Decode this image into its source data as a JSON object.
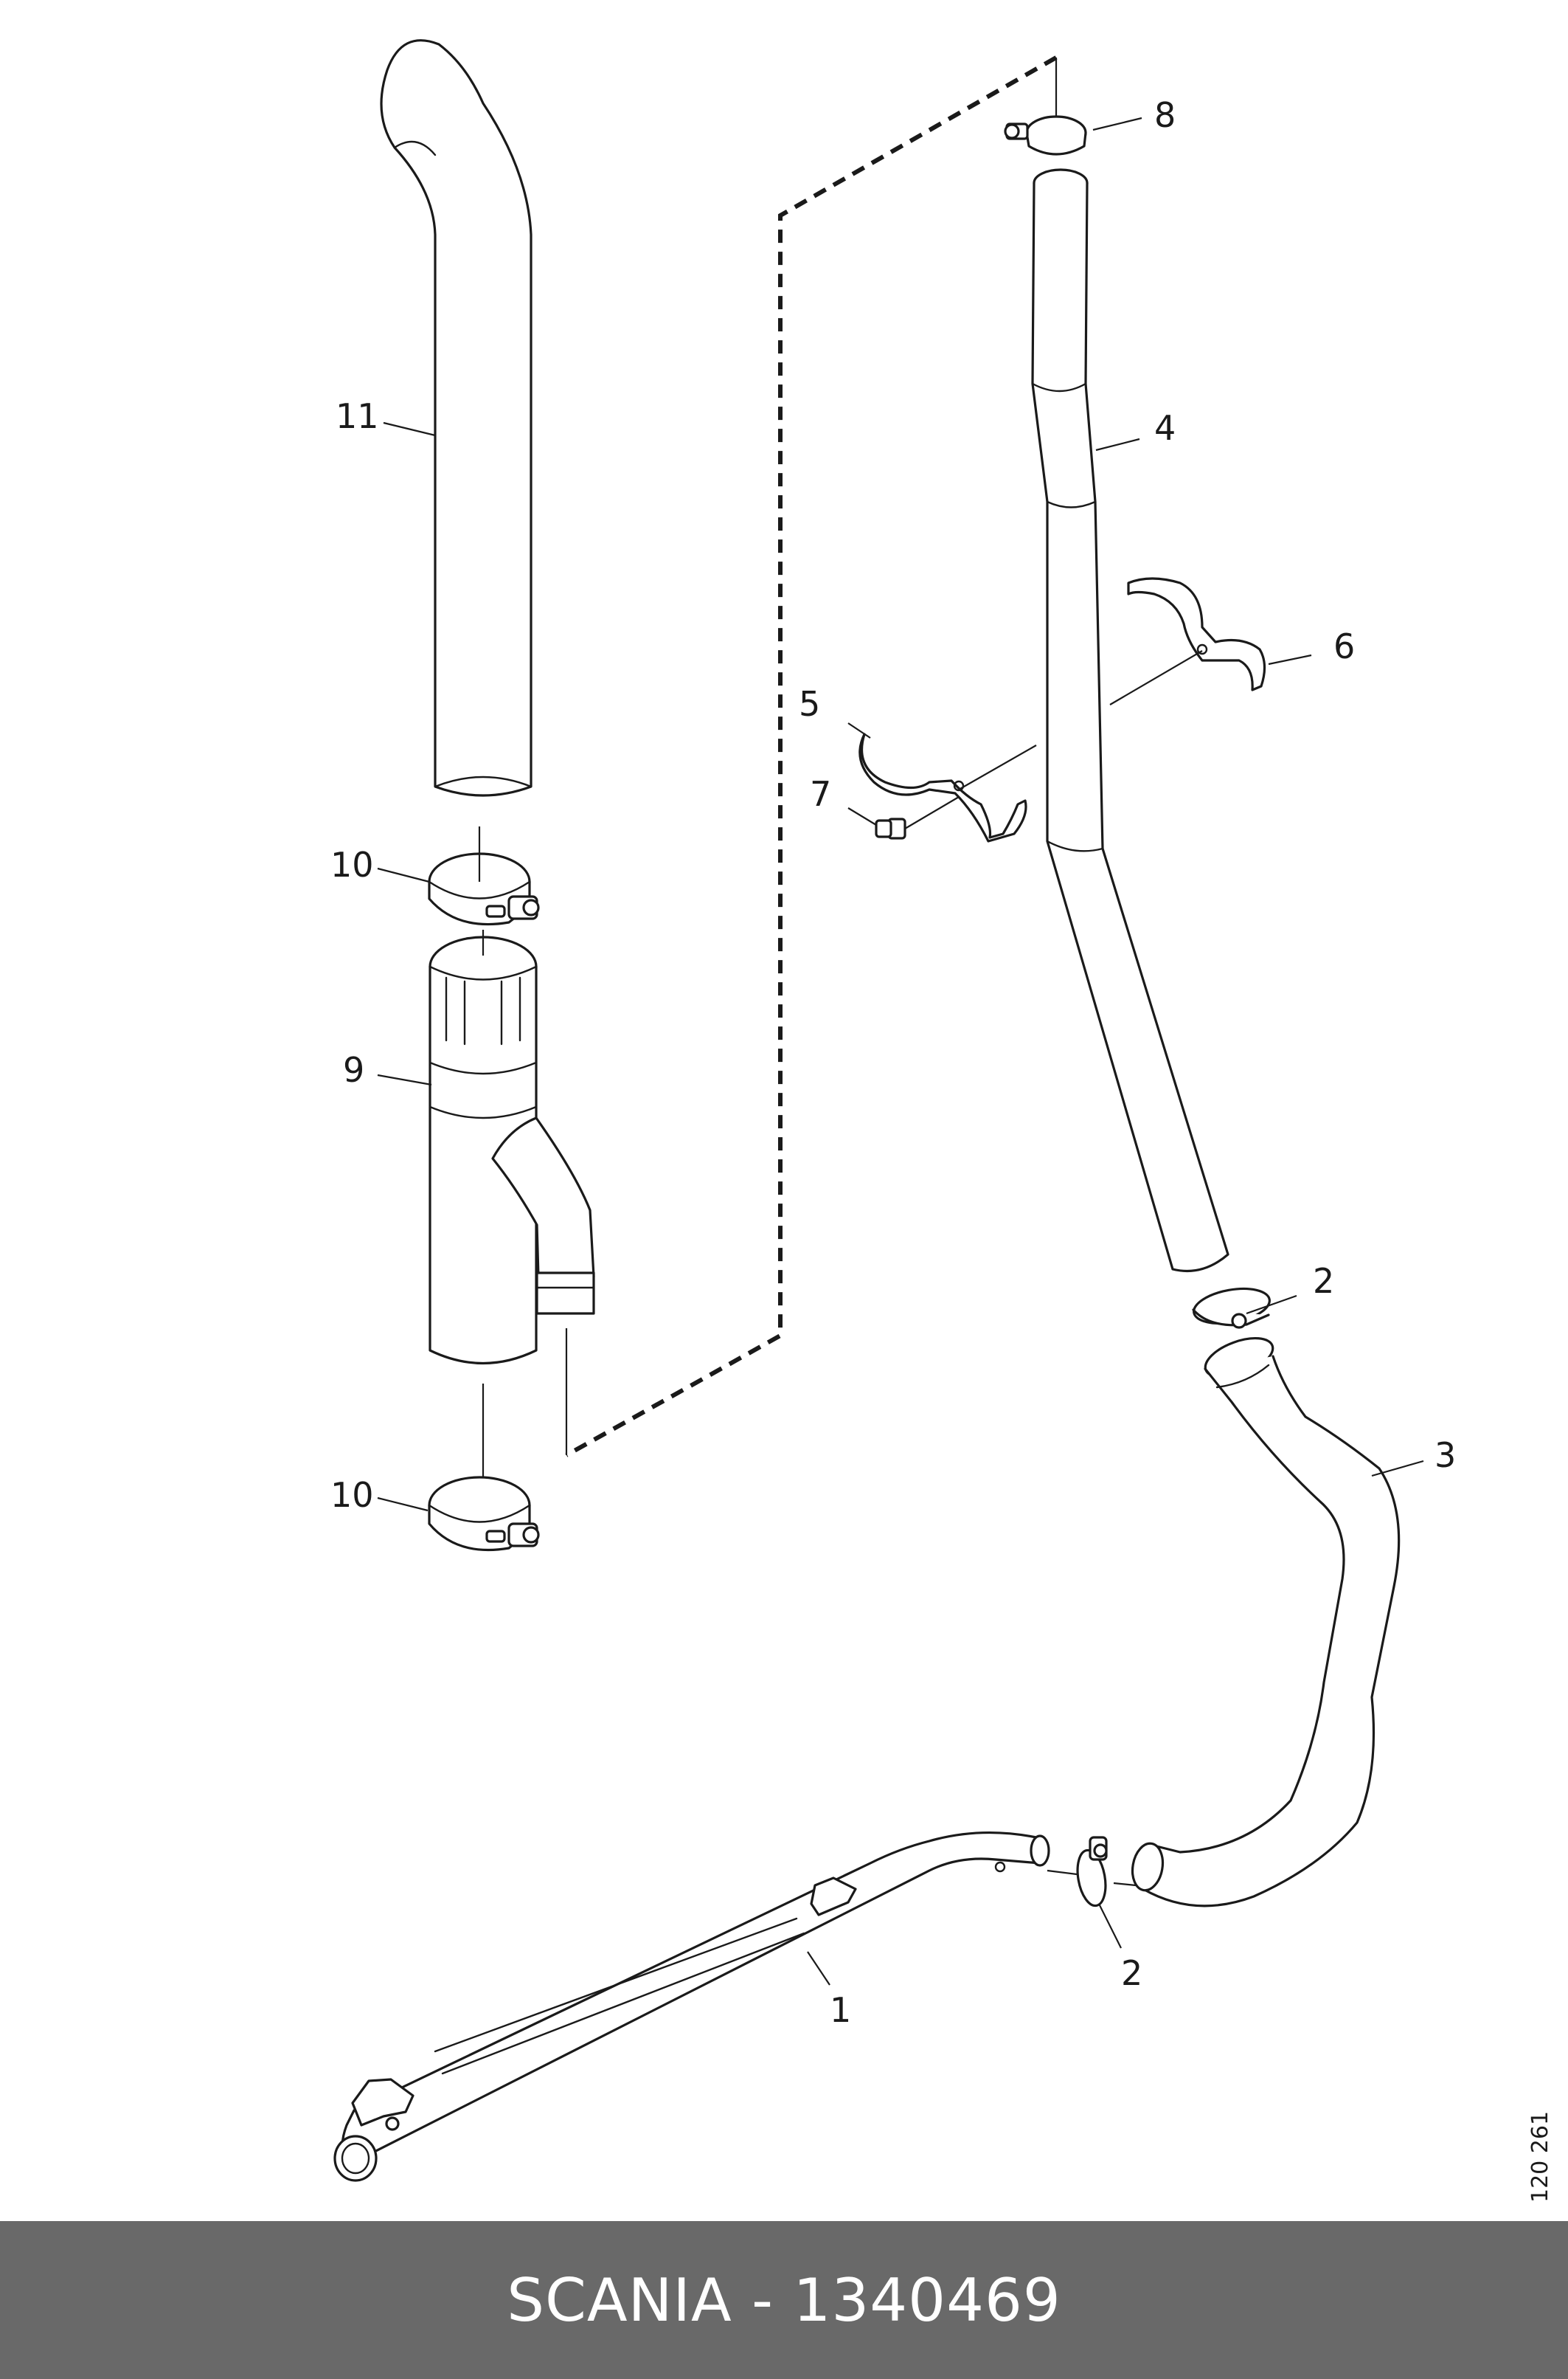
{
  "diagram": {
    "callouts": [
      {
        "id": "c1",
        "label": "1"
      },
      {
        "id": "c2a",
        "label": "2"
      },
      {
        "id": "c2b",
        "label": "2"
      },
      {
        "id": "c3",
        "label": "3"
      },
      {
        "id": "c4",
        "label": "4"
      },
      {
        "id": "c5",
        "label": "5"
      },
      {
        "id": "c6",
        "label": "6"
      },
      {
        "id": "c7",
        "label": "7"
      },
      {
        "id": "c8",
        "label": "8"
      },
      {
        "id": "c9",
        "label": "9"
      },
      {
        "id": "c10a",
        "label": "10"
      },
      {
        "id": "c10b",
        "label": "10"
      },
      {
        "id": "c11",
        "label": "11"
      }
    ],
    "doc_ref": "120 261"
  },
  "footer": {
    "text": "SCANIA - 1340469"
  },
  "colors": {
    "footer_bg": "#696969",
    "footer_text": "#ffffff",
    "line": "#1a1a1a"
  }
}
